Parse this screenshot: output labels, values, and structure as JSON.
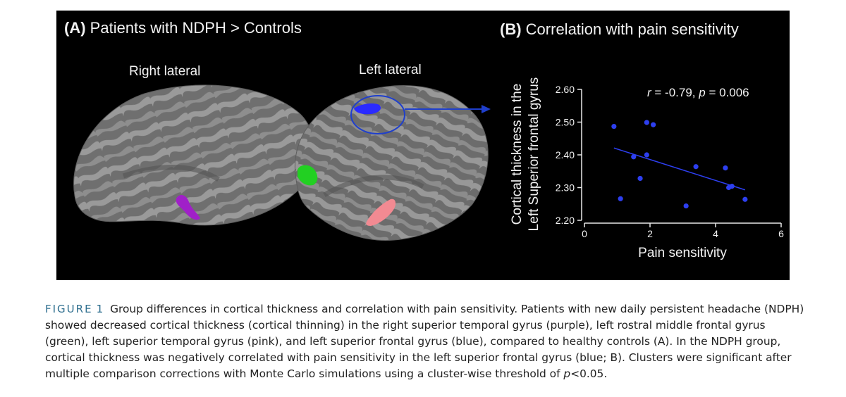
{
  "panel_a": {
    "label": "(A)",
    "title": "Patients with NDPH > Controls",
    "right_view": "Right lateral",
    "left_view": "Left lateral"
  },
  "panel_b": {
    "label": "(B)",
    "title": "Correlation with pain sensitivity",
    "annotation_r": "r",
    "annotation_rest": " = -0.79, ",
    "annotation_p": "p",
    "annotation_end": " = 0.006"
  },
  "colors": {
    "purple": "#a020c8",
    "green": "#22d022",
    "pink": "#f28a92",
    "blue": "#2a2aff",
    "point": "#2d3ff0",
    "fit": "#2d3ff0",
    "caption_label": "#2f6f8f"
  },
  "chart_data": {
    "type": "scatter",
    "xlabel": "Pain sensitivity",
    "ylabel_line1": "Cortical thickness in the",
    "ylabel_line2": "Left Superior frontal gyrus",
    "xlim": [
      0,
      6
    ],
    "ylim": [
      2.2,
      2.6
    ],
    "xticks": [
      0,
      2,
      4,
      6
    ],
    "yticks": [
      2.2,
      2.3,
      2.4,
      2.5,
      2.6
    ],
    "ytick_labels": [
      "2.20",
      "2.30",
      "2.40",
      "2.50",
      "2.60"
    ],
    "points": [
      [
        0.9,
        2.487
      ],
      [
        1.1,
        2.266
      ],
      [
        1.5,
        2.394
      ],
      [
        1.7,
        2.328
      ],
      [
        1.9,
        2.499
      ],
      [
        1.9,
        2.4
      ],
      [
        2.1,
        2.492
      ],
      [
        3.1,
        2.244
      ],
      [
        3.4,
        2.364
      ],
      [
        4.3,
        2.36
      ],
      [
        4.4,
        2.3
      ],
      [
        4.5,
        2.304
      ],
      [
        4.9,
        2.264
      ]
    ],
    "fit_line": [
      [
        0.9,
        2.421
      ],
      [
        4.9,
        2.293
      ]
    ]
  },
  "caption": {
    "label": "FIGURE",
    "number": "1",
    "text": "Group differences in cortical thickness and correlation with pain sensitivity. Patients with new daily persistent headache (NDPH) showed decreased cortical thickness (cortical thinning) in the right superior temporal gyrus (purple), left rostral middle frontal gyrus (green), left superior temporal gyrus (pink), and left superior frontal gyrus (blue), compared to healthy controls (A). In the NDPH group, cortical thickness was negatively correlated with pain sensitivity in the left superior frontal gyrus (blue; B). Clusters were significant after multiple comparison corrections with Monte Carlo simulations using a cluster-wise threshold of ",
    "p_symbol": "p",
    "threshold": "<0.05."
  }
}
